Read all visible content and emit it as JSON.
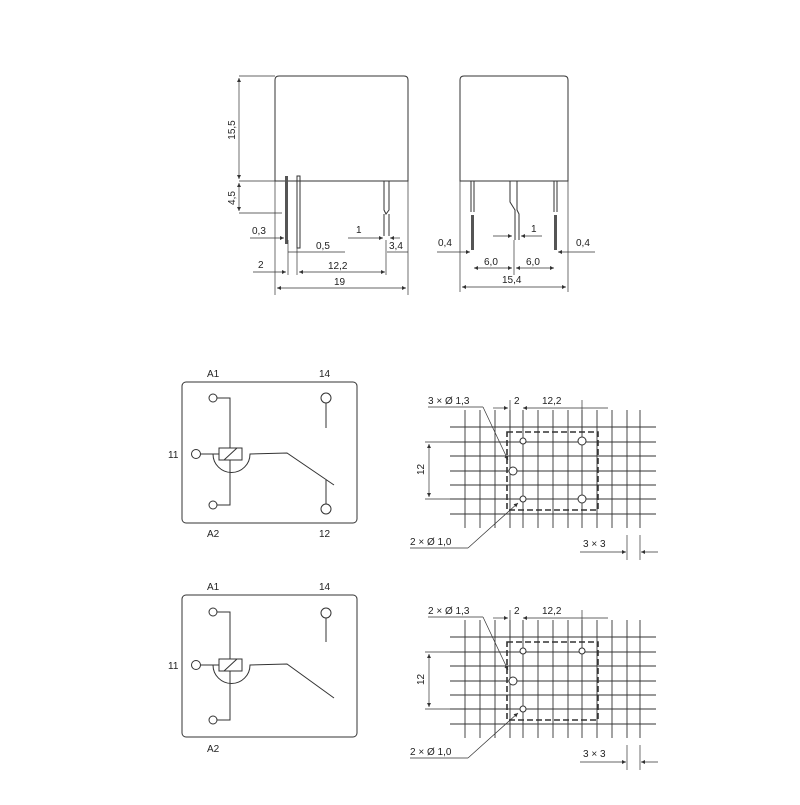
{
  "side_view": {
    "height_body": "15,5",
    "height_pins": "4,5",
    "pin_thick": "0,3",
    "pin_gap": "0,5",
    "pin_width": "1",
    "edge_right": "3,4",
    "edge_left": "2",
    "pitch": "12,2",
    "length": "19"
  },
  "front_view": {
    "pin_left": "0,4",
    "pin_mid": "1",
    "pin_right": "0,4",
    "pitch_left": "6,0",
    "pitch_right": "6,0",
    "width": "15,4"
  },
  "schematic_1": {
    "a1": "A1",
    "t14": "14",
    "t11": "11",
    "a2": "A2",
    "t12": "12"
  },
  "schematic_2": {
    "a1": "A1",
    "t14": "14",
    "t11": "11",
    "a2": "A2"
  },
  "footprint_1": {
    "holes_large": "3 × Ø 1,3",
    "offset": "2",
    "pitch": "12,2",
    "height": "12",
    "holes_small": "2 × Ø 1,0",
    "grid": "3 × 3"
  },
  "footprint_2": {
    "holes_large": "2 × Ø 1,3",
    "offset": "2",
    "pitch": "12,2",
    "height": "12",
    "holes_small": "2 × Ø 1,0",
    "grid": "3 × 3"
  }
}
